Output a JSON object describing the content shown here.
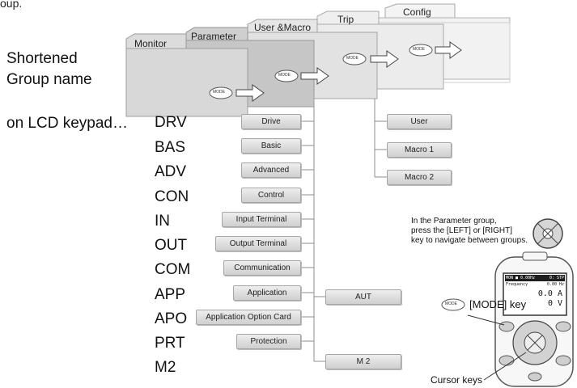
{
  "header_fragment": "oup.",
  "tabs": [
    {
      "id": "monitor",
      "label": "Monitor"
    },
    {
      "id": "parameter",
      "label": "Parameter"
    },
    {
      "id": "user-macro",
      "label": "User &Macro"
    },
    {
      "id": "trip",
      "label": "Trip"
    },
    {
      "id": "config",
      "label": "Config"
    }
  ],
  "mode_button_label": "MODE",
  "caption_lines": [
    "Shortened",
    "Group name",
    "on LCD keypad…"
  ],
  "parameter_groups": [
    {
      "abbr": "DRV",
      "name": "Drive"
    },
    {
      "abbr": "BAS",
      "name": "Basic"
    },
    {
      "abbr": "ADV",
      "name": "Advanced"
    },
    {
      "abbr": "CON",
      "name": "Control"
    },
    {
      "abbr": "IN",
      "name": "Input Terminal"
    },
    {
      "abbr": "OUT",
      "name": "Output Terminal"
    },
    {
      "abbr": "COM",
      "name": "Communication"
    },
    {
      "abbr": "APP",
      "name": "Application"
    },
    {
      "abbr": "APO",
      "name": "Application Option Card"
    },
    {
      "abbr": "PRT",
      "name": "Protection"
    },
    {
      "abbr": "M2",
      "name": ""
    }
  ],
  "sub_groups": [
    "AUT",
    "M 2"
  ],
  "user_macro_groups": [
    "User",
    "Macro 1",
    "Macro 2"
  ],
  "navigation_note": [
    "In the Parameter group,",
    "press the  [LEFT] or [RIGHT]",
    "key to navigate between groups."
  ],
  "mode_key_label": "[MODE] key",
  "cursor_keys_label": "Cursor keys",
  "lcd": {
    "header": "MON ■ 0.00Hz",
    "header_right": "0: STP",
    "line1": "Frequency",
    "line1_right": "0.00 Hz",
    "line2": "0.0  A",
    "line3": "0  V"
  },
  "colors": {
    "tab_monitor": "#d8d8d8",
    "tab_parameter": "#c4c4c4",
    "tab_user_macro": "#e2e2e2",
    "tab_trip": "#ececec",
    "tab_config": "#f2f2f2",
    "group_box": "#dcdcdc",
    "line": "#8c8c8c"
  }
}
